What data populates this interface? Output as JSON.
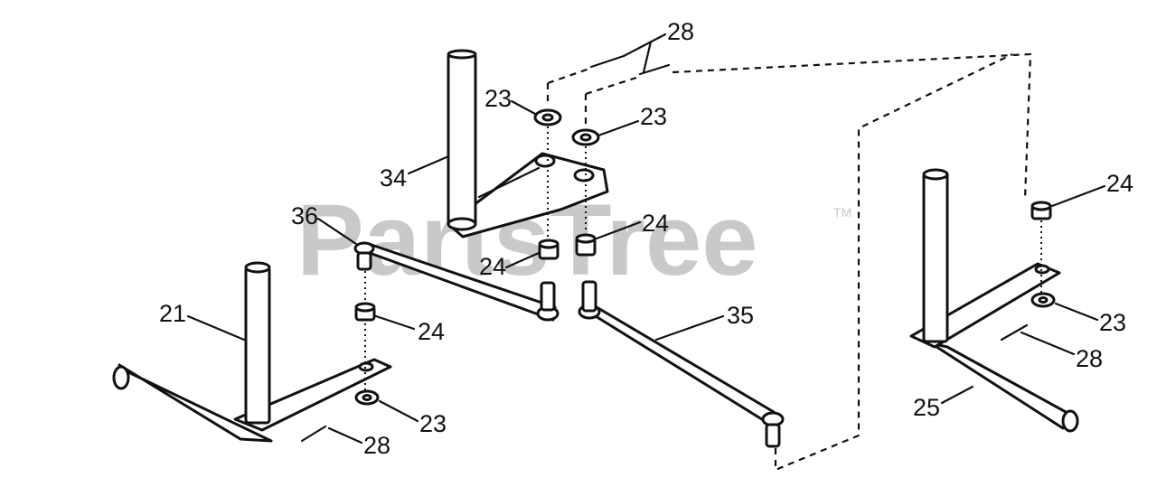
{
  "watermark": {
    "text": "PartsTree",
    "trademark": "TM"
  },
  "callouts": [
    {
      "id": "c-28-top",
      "text": "28"
    },
    {
      "id": "c-23-top-left",
      "text": "23"
    },
    {
      "id": "c-23-top-right",
      "text": "23"
    },
    {
      "id": "c-34",
      "text": "34"
    },
    {
      "id": "c-36",
      "text": "36"
    },
    {
      "id": "c-24-center-right",
      "text": "24"
    },
    {
      "id": "c-24-center-left",
      "text": "24"
    },
    {
      "id": "c-24-right",
      "text": "24"
    },
    {
      "id": "c-21",
      "text": "21"
    },
    {
      "id": "c-24-left",
      "text": "24"
    },
    {
      "id": "c-35",
      "text": "35"
    },
    {
      "id": "c-23-right",
      "text": "23"
    },
    {
      "id": "c-28-right",
      "text": "28"
    },
    {
      "id": "c-23-left",
      "text": "23"
    },
    {
      "id": "c-25",
      "text": "25"
    },
    {
      "id": "c-28-left",
      "text": "28"
    }
  ]
}
